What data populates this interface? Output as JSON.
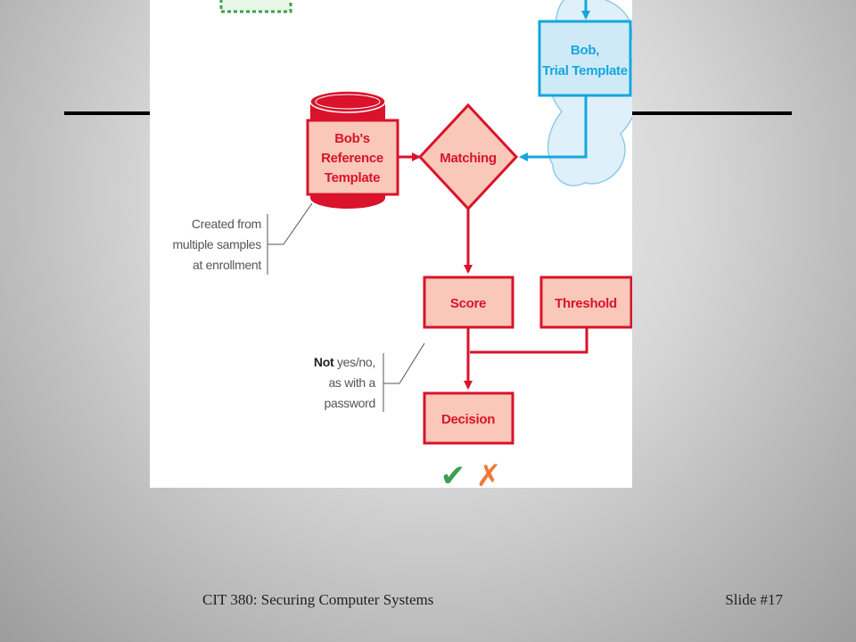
{
  "diagram": {
    "nodes": {
      "bob_trial_template": [
        "Bob,",
        "Trial Template"
      ],
      "bob_reference_template": [
        "Bob's",
        "Reference",
        "Template"
      ],
      "matching": "Matching",
      "score": "Score",
      "threshold": "Threshold",
      "decision": "Decision"
    },
    "annotations": {
      "reference_note": [
        "Created from",
        "multiple samples",
        "at enrollment"
      ],
      "score_note": {
        "line1_bold": "Not",
        "line1_rest": " yes/no,",
        "line2": "as with a",
        "line3": "password"
      }
    },
    "outcomes": {
      "accept": "✔",
      "reject": "✗"
    },
    "colors": {
      "red": "#d9132b",
      "pink_fill": "#f9c8b8",
      "blue": "#16a6dd",
      "blue_fill": "#cfeaf7",
      "cloud_fill": "#dff0fb",
      "green": "#3aa04f",
      "orange": "#ee7a3a"
    }
  },
  "footer": {
    "course": "CIT 380: Securing Computer Systems",
    "slide": "Slide #17"
  }
}
